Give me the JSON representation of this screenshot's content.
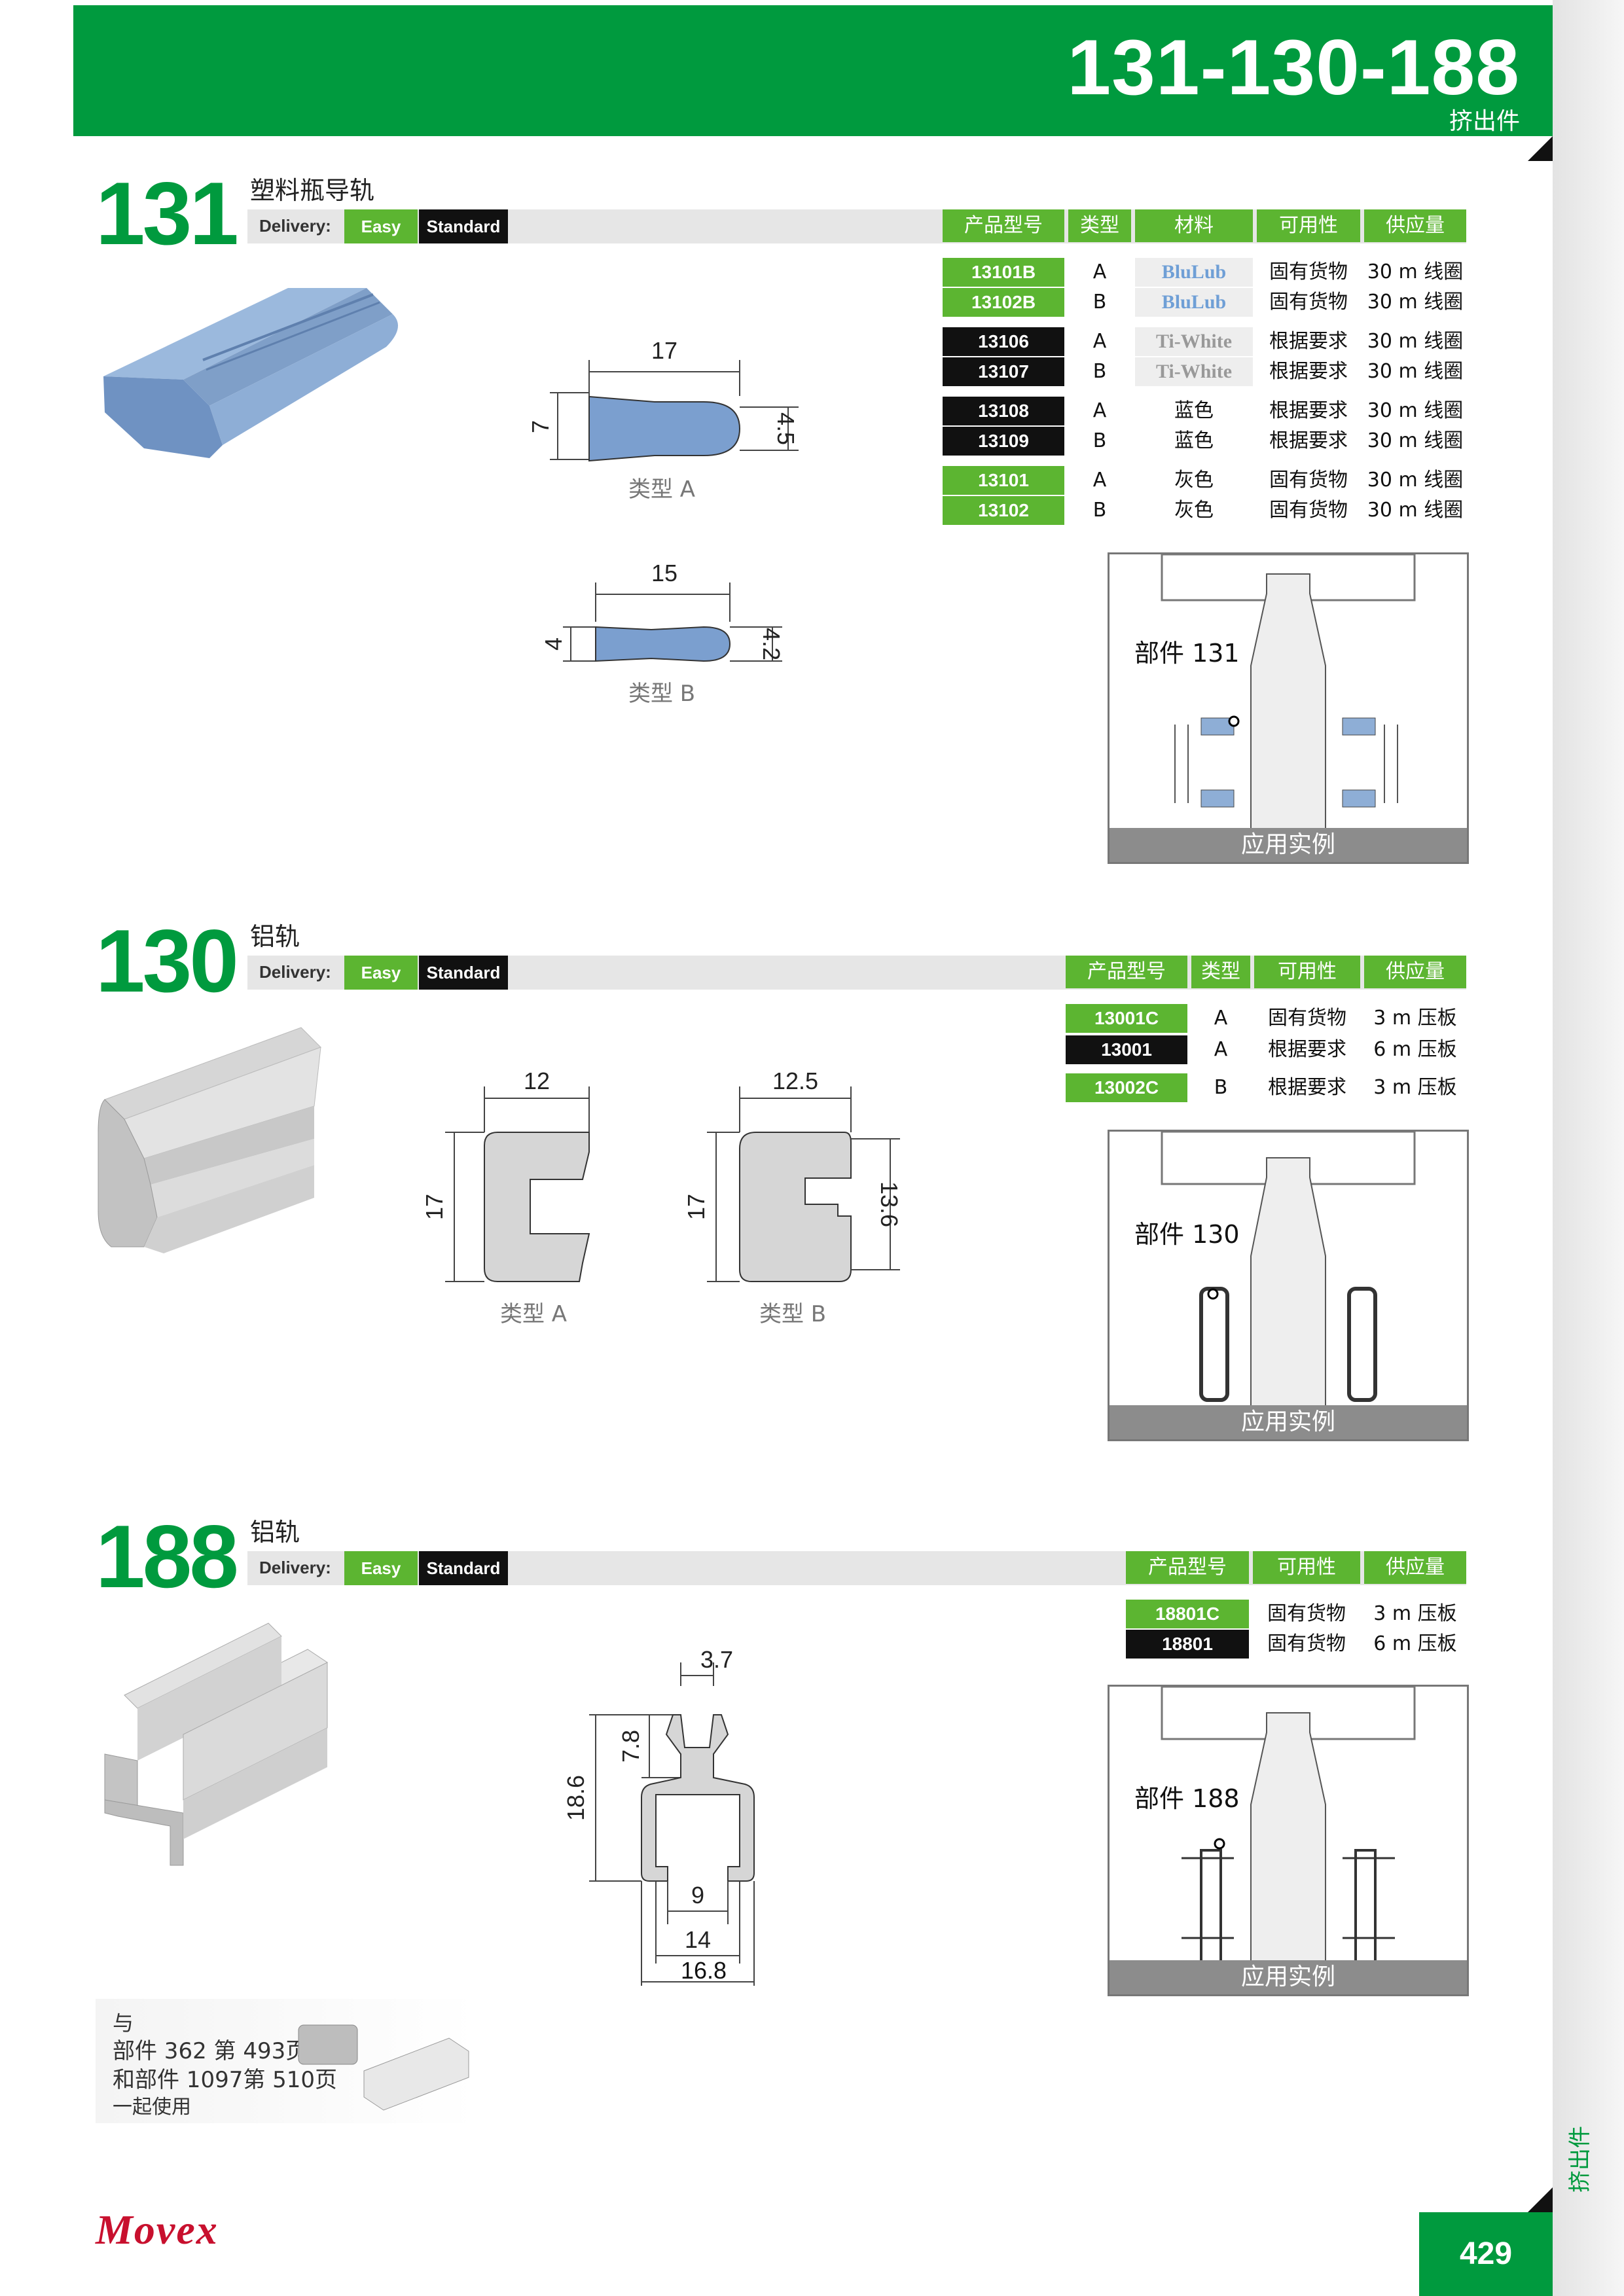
{
  "header": {
    "code": "131-130-188",
    "subtitle": "挤出件"
  },
  "delivery_label": "Delivery:",
  "easy_label": "Easy",
  "standard_label": "Standard",
  "app_caption": "应用实例",
  "side_label": "挤出件",
  "page_number": "429",
  "logo_text": "Movex",
  "s131": {
    "number": "131",
    "title": "塑料瓶导轨",
    "headers": [
      "产品型号",
      "类型",
      "材料",
      "可用性",
      "供应量"
    ],
    "rows": [
      {
        "pn": "13101B",
        "type": "A",
        "material": "BluLub",
        "avail": "固有货物",
        "supply": "30 m 线圈"
      },
      {
        "pn": "13102B",
        "type": "B",
        "material": "BluLub",
        "avail": "固有货物",
        "supply": "30 m 线圈"
      },
      {
        "pn": "13106",
        "type": "A",
        "material": "Ti-White",
        "avail": "根据要求",
        "supply": "30 m 线圈"
      },
      {
        "pn": "13107",
        "type": "B",
        "material": "Ti-White",
        "avail": "根据要求",
        "supply": "30 m 线圈"
      },
      {
        "pn": "13108",
        "type": "A",
        "material": "蓝色",
        "avail": "根据要求",
        "supply": "30 m 线圈"
      },
      {
        "pn": "13109",
        "type": "B",
        "material": "蓝色",
        "avail": "根据要求",
        "supply": "30 m 线圈"
      },
      {
        "pn": "13101",
        "type": "A",
        "material": "灰色",
        "avail": "固有货物",
        "supply": "30 m 线圈"
      },
      {
        "pn": "13102",
        "type": "B",
        "material": "灰色",
        "avail": "固有货物",
        "supply": "30 m 线圈"
      }
    ],
    "dims_a": {
      "width": "17",
      "height": "7",
      "tip": "4.5"
    },
    "dims_b": {
      "width": "15",
      "height": "4",
      "tip": "4.2"
    },
    "type_a": "类型 A",
    "type_b": "类型 B",
    "app_part": "部件 131"
  },
  "s130": {
    "number": "130",
    "title": "铝轨",
    "headers": [
      "产品型号",
      "类型",
      "可用性",
      "供应量"
    ],
    "rows": [
      {
        "pn": "13001C",
        "type": "A",
        "avail": "固有货物",
        "supply": "3 m 压板"
      },
      {
        "pn": "13001",
        "type": "A",
        "avail": "根据要求",
        "supply": "6 m 压板"
      },
      {
        "pn": "13002C",
        "type": "B",
        "avail": "根据要求",
        "supply": "3 m 压板"
      }
    ],
    "dims_a": {
      "width": "12",
      "height": "17"
    },
    "dims_b": {
      "width": "12.5",
      "height": "17",
      "inner": "13.6"
    },
    "type_a": "类型 A",
    "type_b": "类型 B",
    "app_part": "部件 130"
  },
  "s188": {
    "number": "188",
    "title": "铝轨",
    "headers": [
      "产品型号",
      "可用性",
      "供应量"
    ],
    "rows": [
      {
        "pn": "18801C",
        "avail": "固有货物",
        "supply": "3 m 压板"
      },
      {
        "pn": "18801",
        "avail": "固有货物",
        "supply": "6 m 压板"
      }
    ],
    "dims": {
      "top": "3.7",
      "upper": "7.8",
      "height": "18.6",
      "gap": "9",
      "inner": "14",
      "width": "16.8"
    },
    "app_part": "部件 188"
  },
  "usewith": {
    "line1": "与",
    "line2": "部件 362 第 493页",
    "line3": "和部件 1097第 510页",
    "line4": "一起使用"
  }
}
